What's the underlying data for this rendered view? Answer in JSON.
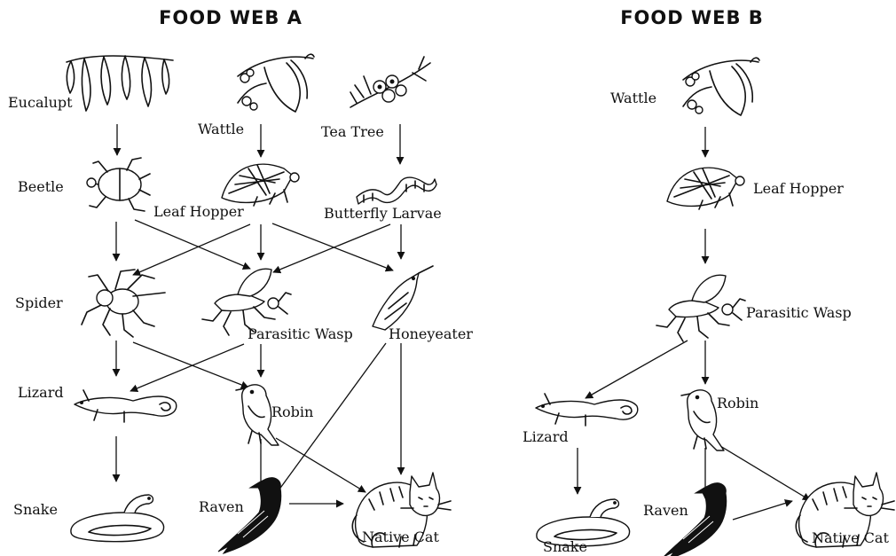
{
  "web_a": {
    "title": "FOOD WEB A",
    "organisms": {
      "eucalypt": "Eucalupt",
      "wattle": "Wattle",
      "tea_tree": "Tea Tree",
      "beetle": "Beetle",
      "leaf_hopper": "Leaf Hopper",
      "butterfly_larvae": "Butterfly Larvae",
      "spider": "Spider",
      "parasitic_wasp": "Parasitic Wasp",
      "honeyeater": "Honeyeater",
      "lizard": "Lizard",
      "robin": "Robin",
      "snake": "Snake",
      "raven": "Raven",
      "native_cat": "Native Cat"
    },
    "links": [
      [
        "eucalypt",
        "beetle"
      ],
      [
        "wattle",
        "leaf_hopper"
      ],
      [
        "tea_tree",
        "butterfly_larvae"
      ],
      [
        "beetle",
        "spider"
      ],
      [
        "beetle",
        "parasitic_wasp"
      ],
      [
        "leaf_hopper",
        "spider"
      ],
      [
        "leaf_hopper",
        "parasitic_wasp"
      ],
      [
        "leaf_hopper",
        "honeyeater"
      ],
      [
        "butterfly_larvae",
        "parasitic_wasp"
      ],
      [
        "butterfly_larvae",
        "honeyeater"
      ],
      [
        "spider",
        "lizard"
      ],
      [
        "spider",
        "robin"
      ],
      [
        "parasitic_wasp",
        "lizard"
      ],
      [
        "parasitic_wasp",
        "robin"
      ],
      [
        "honeyeater",
        "raven"
      ],
      [
        "honeyeater",
        "native_cat"
      ],
      [
        "lizard",
        "snake"
      ],
      [
        "robin",
        "raven"
      ],
      [
        "robin",
        "native_cat"
      ],
      [
        "raven",
        "native_cat"
      ]
    ]
  },
  "web_b": {
    "title": "FOOD WEB B",
    "organisms": {
      "wattle": "Wattle",
      "leaf_hopper": "Leaf Hopper",
      "parasitic_wasp": "Parasitic Wasp",
      "lizard": "Lizard",
      "robin": "Robin",
      "snake": "Snake",
      "raven": "Raven",
      "native_cat": "Native Cat"
    },
    "links": [
      [
        "wattle",
        "leaf_hopper"
      ],
      [
        "leaf_hopper",
        "parasitic_wasp"
      ],
      [
        "parasitic_wasp",
        "lizard"
      ],
      [
        "parasitic_wasp",
        "robin"
      ],
      [
        "lizard",
        "snake"
      ],
      [
        "robin",
        "raven"
      ],
      [
        "robin",
        "native_cat"
      ],
      [
        "raven",
        "native_cat"
      ]
    ]
  }
}
